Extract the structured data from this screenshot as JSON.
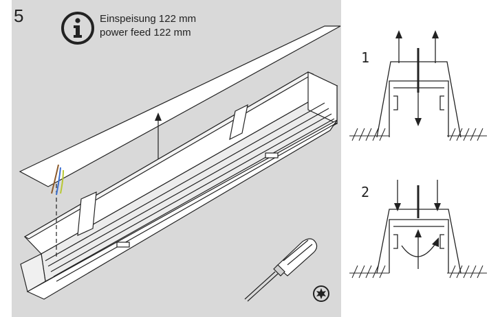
{
  "instruction": {
    "step_number": "5",
    "info_icon": "info-circle-icon",
    "note_de": "Einspeisung 122 mm",
    "note_en": "power feed 122 mm"
  },
  "detail_steps": [
    {
      "label": "1"
    },
    {
      "label": "2"
    }
  ],
  "tool_icon": "torx-star-icon",
  "colors": {
    "panel_background": "#d9d9d9",
    "wire_brown": "#8b5a2b",
    "wire_blue": "#3b6fd1",
    "wire_green_yellow": "#b8c832",
    "line": "#222222"
  }
}
